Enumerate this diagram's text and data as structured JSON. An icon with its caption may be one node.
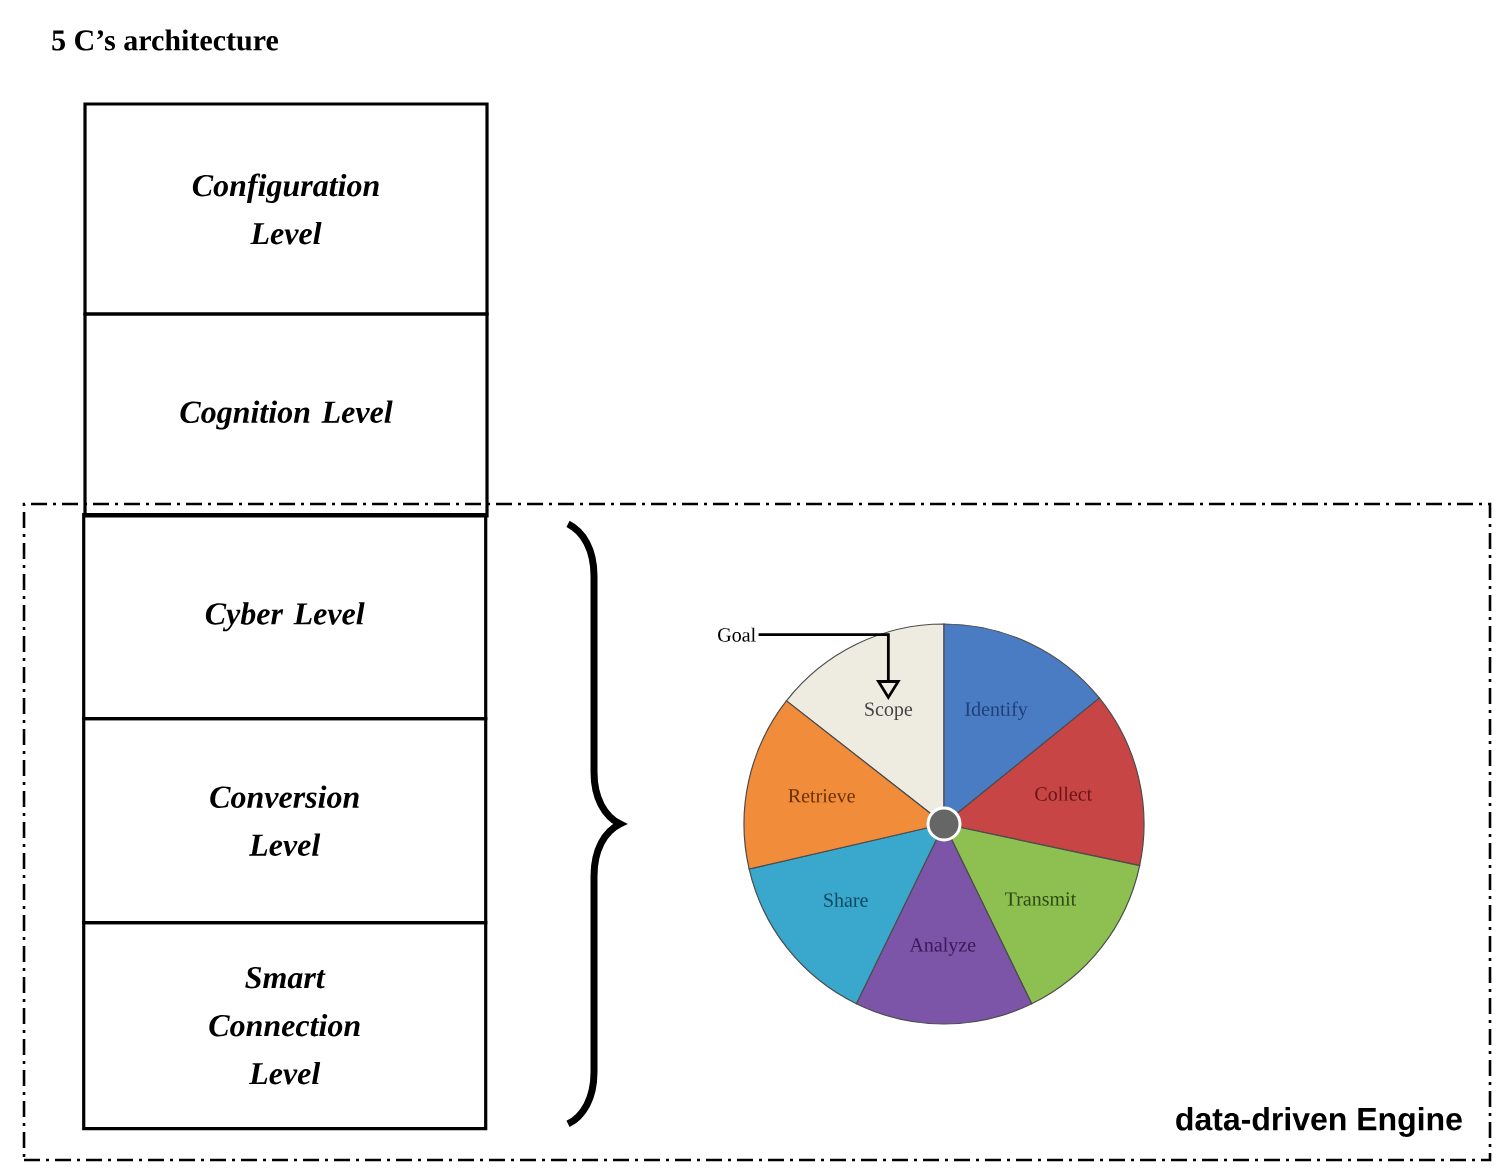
{
  "diagram": {
    "title": "5 C’s architecture",
    "nodes": [
      {
        "text": [
          "data-driven Engine"
        ]
      },
      {
        "text": [
          "Configuration Level"
        ]
      },
      {
        "text": [
          "Cognition Level"
        ]
      },
      {
        "text": [
          "Cyber Level"
        ],
        "in": 0
      },
      {
        "text": [
          "Conversion Level"
        ],
        "in": 0
      },
      {
        "text": [
          "Smart Connection Level"
        ],
        "in": 0
      },
      {
        "text": [
          "Goal"
        ],
        "in": 0
      },
      {
        "text": [
          "Scope"
        ],
        "in": 0
      },
      {
        "text": [
          "Identify"
        ],
        "in": 0
      },
      {
        "text": [
          "Collect"
        ],
        "in": 0
      },
      {
        "text": [
          "Transmit"
        ],
        "in": 0
      },
      {
        "text": [
          "Analyze"
        ],
        "in": 0
      },
      {
        "text": [
          "Share"
        ],
        "in": 0
      },
      {
        "text": [
          "Retrieve"
        ],
        "in": 0
      }
    ],
    "edges": [
      {
        "from": 6,
        "to": 7,
        "arrow": "to"
      }
    ]
  }
}
